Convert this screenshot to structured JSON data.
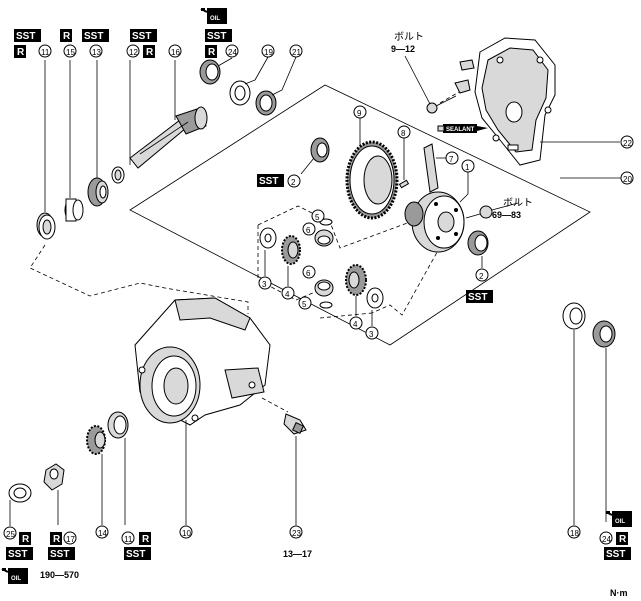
{
  "tags": {
    "sst": "SST",
    "r": "R",
    "oil": "OIL",
    "sealant": "SEALANT"
  },
  "parts": {
    "p1": "1",
    "p2": "2",
    "p3": "3",
    "p4": "4",
    "p5": "5",
    "p6": "6",
    "p7": "7",
    "p8": "8",
    "p9": "9",
    "p10": "10",
    "p11": "11",
    "p12": "12",
    "p13": "13",
    "p14": "14",
    "p15": "15",
    "p16": "16",
    "p17": "17",
    "p18": "18",
    "p19": "19",
    "p20": "20",
    "p21": "21",
    "p22": "22",
    "p23": "23",
    "p24": "24",
    "p25": "25"
  },
  "torque": {
    "bolt_label": "ボルト",
    "cover_bolt": "9—12",
    "ring_gear_bolt": "69—83",
    "switch": "13—17",
    "drain_plug": "190—570"
  },
  "unit": "N·m",
  "icons": [
    "oil-can-icon",
    "sealant-tube-icon"
  ]
}
